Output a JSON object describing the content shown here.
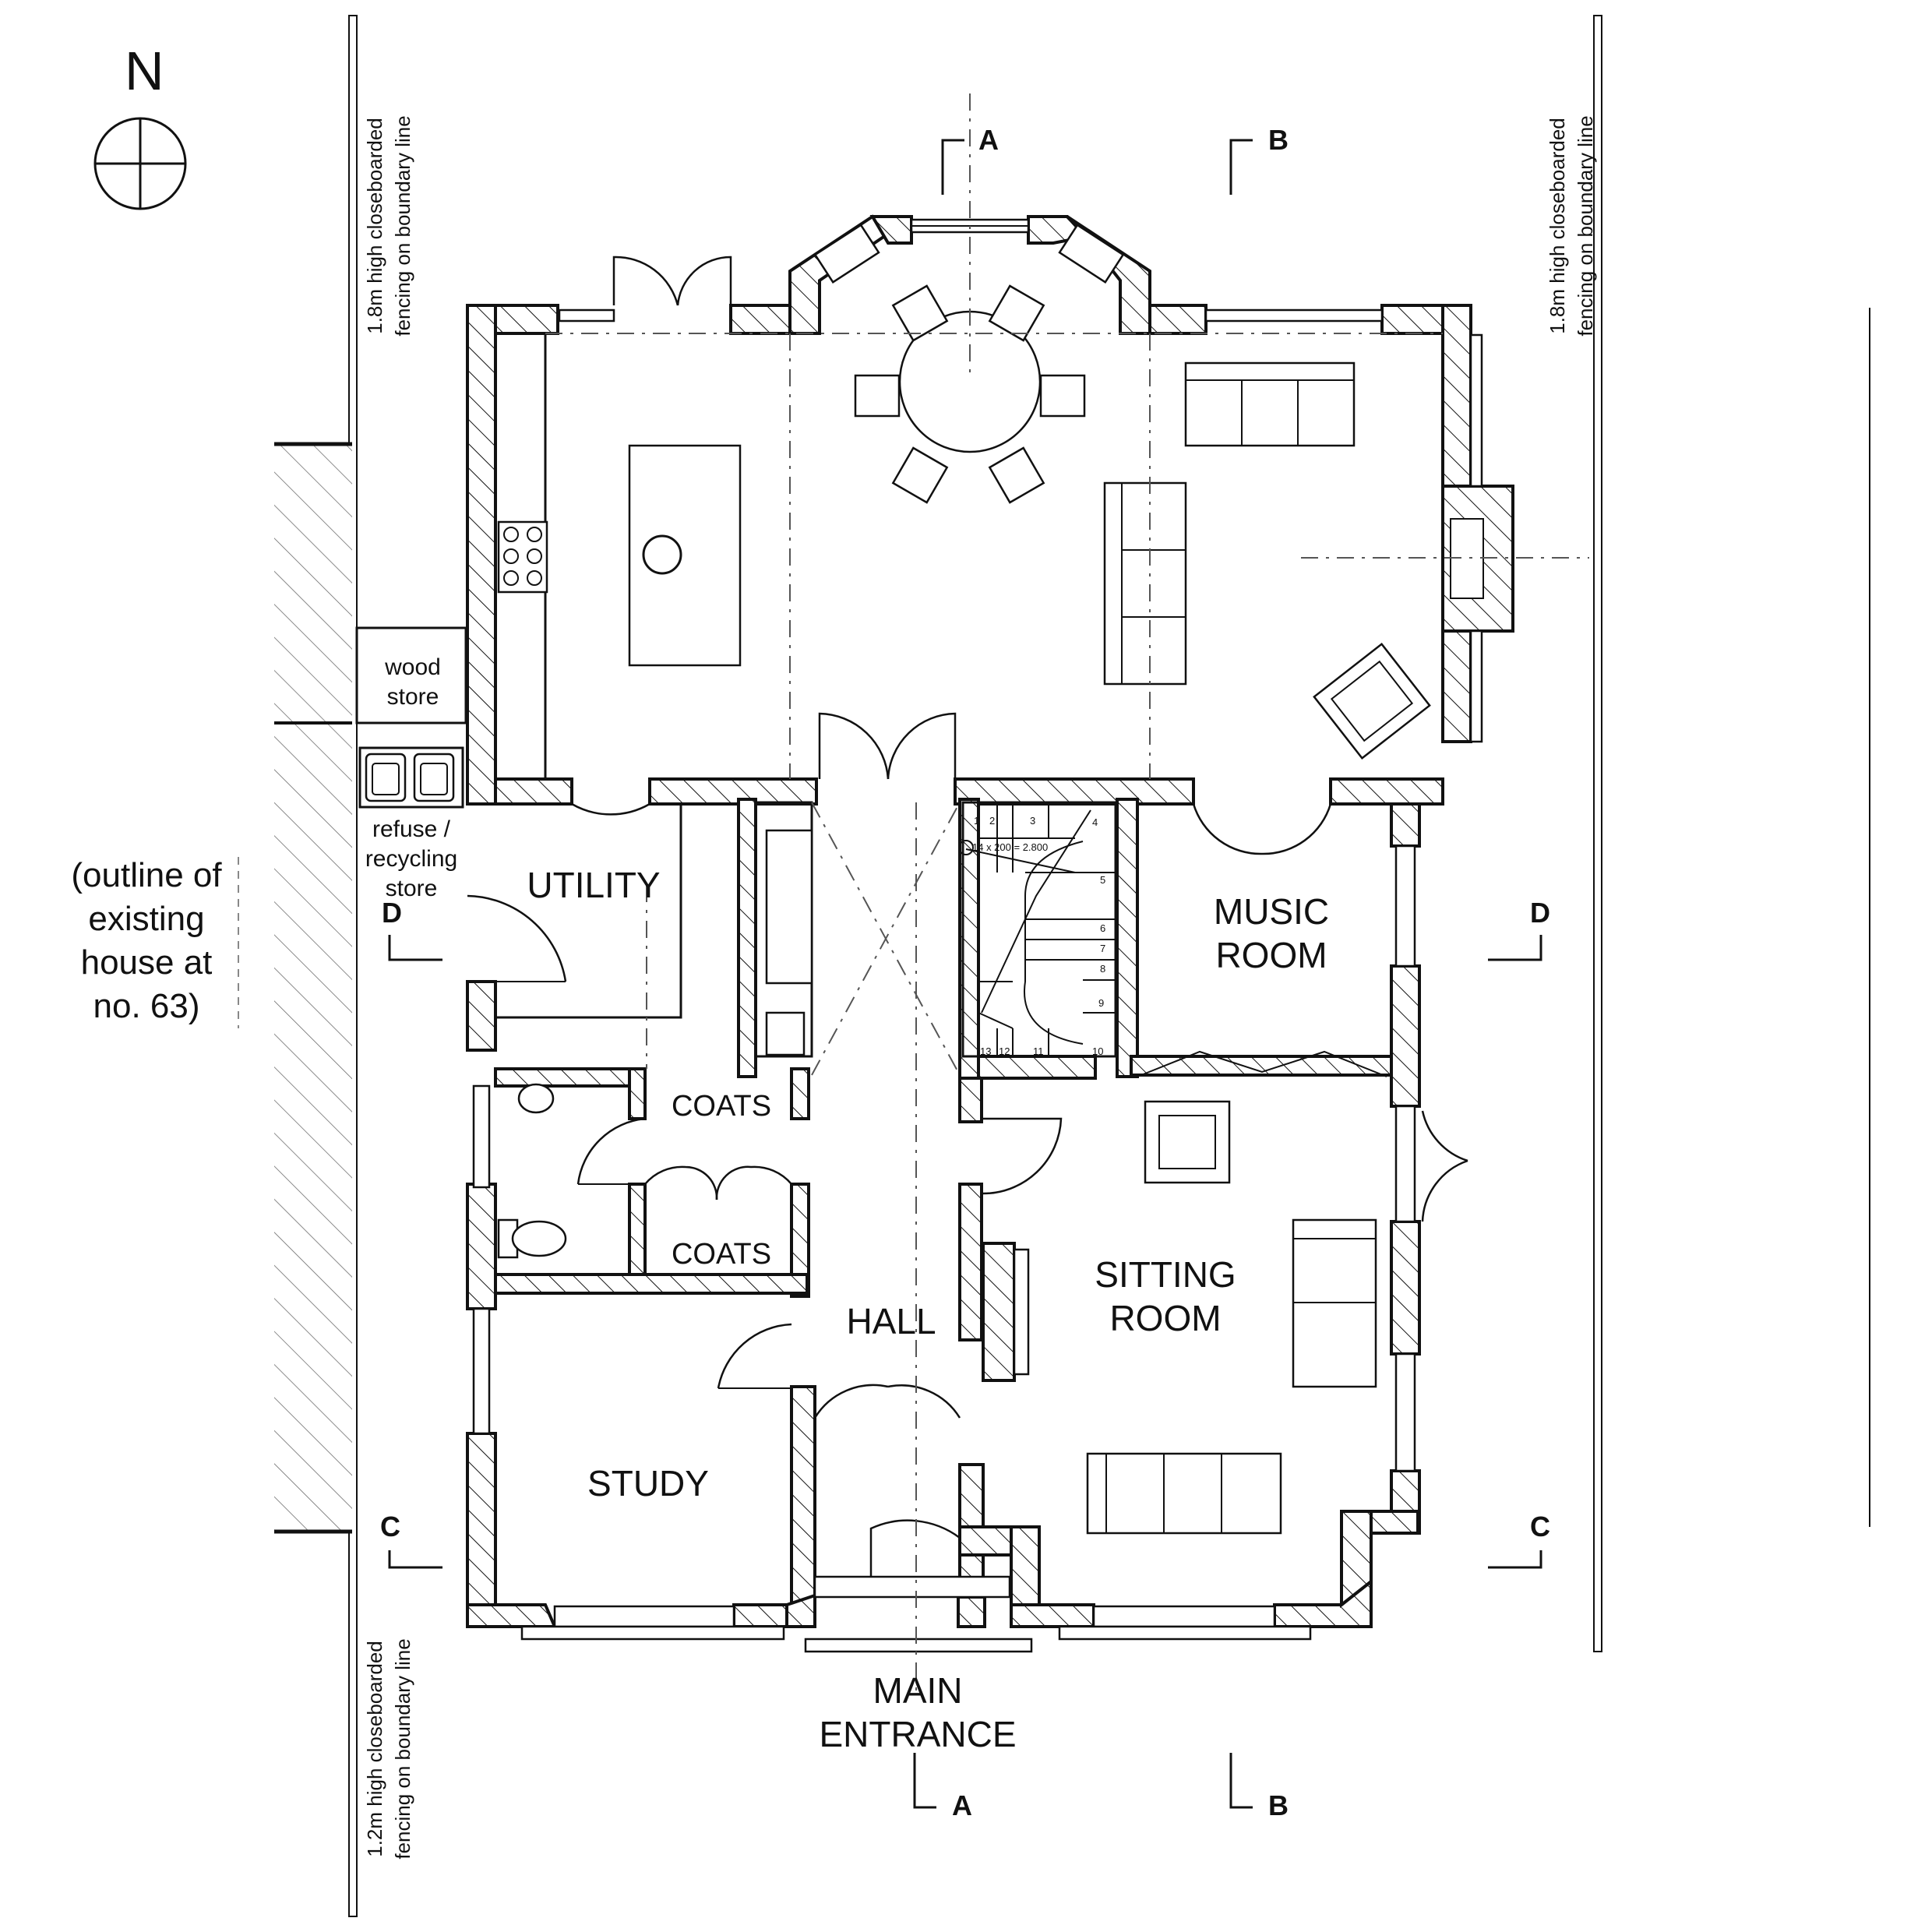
{
  "north": "N",
  "rooms": {
    "utility": "UTILITY",
    "music_line1": "MUSIC",
    "music_line2": "ROOM",
    "coats_upper": "COATS",
    "coats_lower": "COATS",
    "hall": "HALL",
    "sitting_line1": "SITTING",
    "sitting_line2": "ROOM",
    "study": "STUDY",
    "entrance_line1": "MAIN",
    "entrance_line2": "ENTRANCE"
  },
  "stores": {
    "wood_line1": "wood",
    "wood_line2": "store",
    "refuse_line1": "refuse /",
    "refuse_line2": "recycling",
    "refuse_line3": "store"
  },
  "neighbour": {
    "line1": "(outline of",
    "line2": "existing",
    "line3": "house at",
    "line4": "no. 63)"
  },
  "fences": {
    "left_upper_line1": "1.8m high closeboarded",
    "left_upper_line2": "fencing on boundary line",
    "right_upper_line1": "1.8m high closeboarded",
    "right_upper_line2": "fencing on boundary line",
    "left_lower_line1": "1.2m high closeboarded",
    "left_lower_line2": "fencing on boundary line"
  },
  "stair": {
    "note": "14 x 200 = 2.800",
    "steps": [
      "1",
      "2",
      "3",
      "4",
      "5",
      "6",
      "7",
      "8",
      "9",
      "10",
      "11",
      "12",
      "13"
    ]
  },
  "sections": {
    "a_top": "A",
    "a_bottom": "A",
    "b_top": "B",
    "b_bottom": "B",
    "c_left": "C",
    "c_right": "C",
    "d_left": "D",
    "d_right": "D"
  }
}
